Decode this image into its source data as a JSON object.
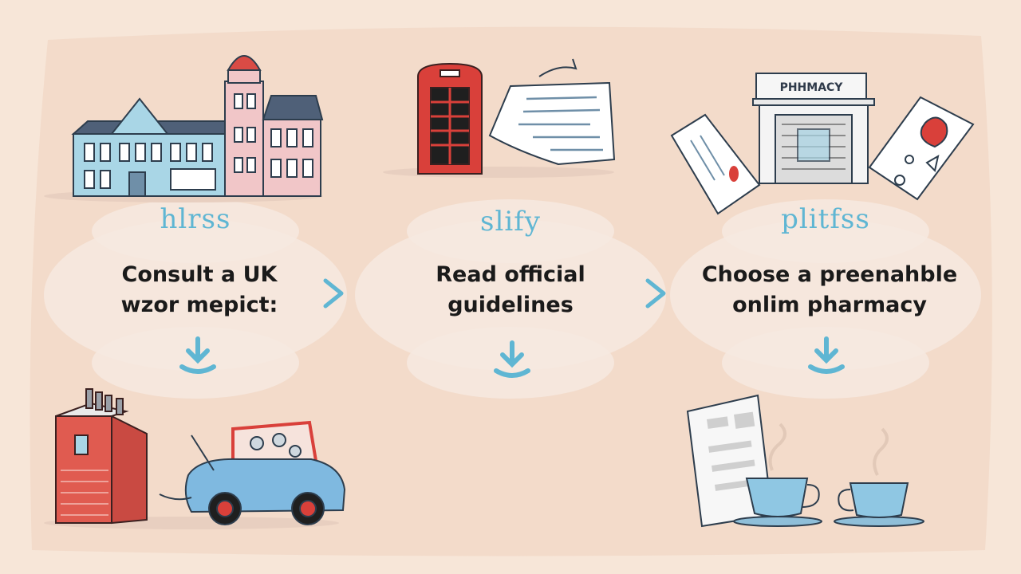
{
  "colors": {
    "background": "#f7e6d8",
    "panel": "#f2d9c9",
    "bubble": "#f6e9e1",
    "accent_blue": "#5fb6d3",
    "red": "#d94b45",
    "light_blue": "#9fd1e6"
  },
  "steps": [
    {
      "heading": "hlrss",
      "line1": "Consult a UK",
      "line2": "wzor mepict:",
      "icon": "arrow-down-icon"
    },
    {
      "heading": "slify",
      "line1": "Read official",
      "line2": "guidelines",
      "icon": "arrow-down-icon"
    },
    {
      "heading": "plitfss",
      "line1": "Choose a preenahble",
      "line2": "onlim pharmacy",
      "icon": "arrow-down-icon"
    }
  ],
  "pharmacy_sign": "PHHMACY",
  "connector_icon": "chevron-right-icon"
}
